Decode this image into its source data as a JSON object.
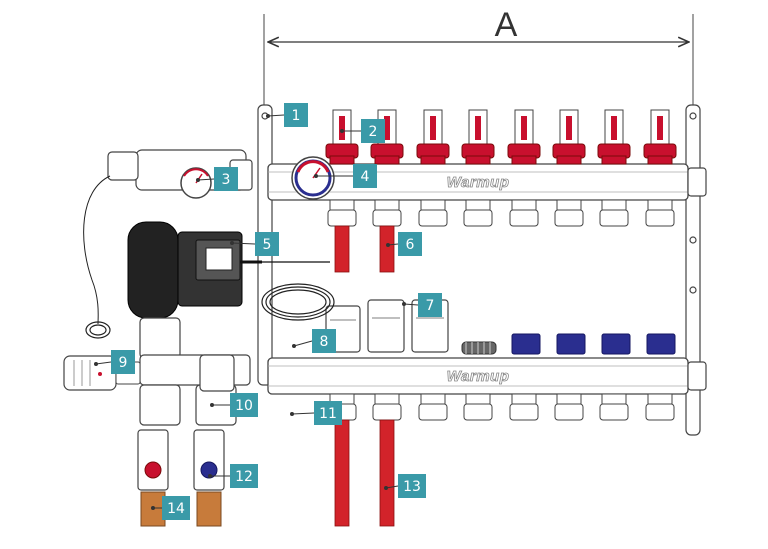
{
  "dimension": {
    "label": "A"
  },
  "brand": {
    "top_label": "Warmup",
    "bottom_label": "Warmup"
  },
  "colors": {
    "outline": "#444444",
    "red_flowmeter": "#c8102e",
    "red_pipe": "#d2232a",
    "blue_actuator": "#2a2e8f",
    "callout": "#3a9aa8",
    "copper": "#c77b3b"
  },
  "callouts": [
    {
      "n": "1"
    },
    {
      "n": "2"
    },
    {
      "n": "3"
    },
    {
      "n": "4"
    },
    {
      "n": "5"
    },
    {
      "n": "6"
    },
    {
      "n": "7"
    },
    {
      "n": "8"
    },
    {
      "n": "9"
    },
    {
      "n": "10"
    },
    {
      "n": "11"
    },
    {
      "n": "12"
    },
    {
      "n": "13"
    },
    {
      "n": "14"
    }
  ]
}
